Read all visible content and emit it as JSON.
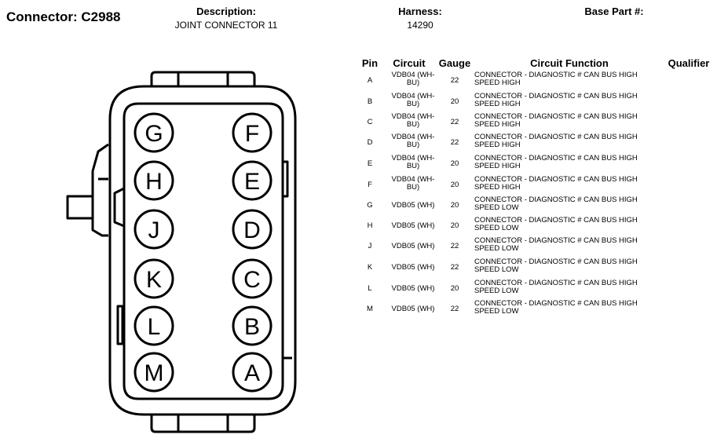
{
  "header": {
    "title": "Connector: C2988",
    "description_label": "Description:",
    "description_value": "JOINT CONNECTOR 11",
    "harness_label": "Harness:",
    "harness_value": "14290",
    "base_part_label": "Base Part #:",
    "base_part_value": ""
  },
  "table": {
    "columns": [
      "Pin",
      "Circuit",
      "Gauge",
      "Circuit Function",
      "Qualifier"
    ],
    "rows": [
      {
        "pin": "A",
        "circuit": [
          "VDB04 (WH-",
          "BU)"
        ],
        "gauge": "22",
        "function": [
          "CONNECTOR - DIAGNOSTIC # CAN BUS HIGH",
          "SPEED HIGH"
        ]
      },
      {
        "pin": "B",
        "circuit": [
          "VDB04 (WH-",
          "BU)"
        ],
        "gauge": "20",
        "function": [
          "CONNECTOR - DIAGNOSTIC # CAN BUS HIGH",
          "SPEED HIGH"
        ]
      },
      {
        "pin": "C",
        "circuit": [
          "VDB04 (WH-",
          "BU)"
        ],
        "gauge": "22",
        "function": [
          "CONNECTOR - DIAGNOSTIC # CAN BUS HIGH",
          "SPEED HIGH"
        ]
      },
      {
        "pin": "D",
        "circuit": [
          "VDB04 (WH-",
          "BU)"
        ],
        "gauge": "22",
        "function": [
          "CONNECTOR - DIAGNOSTIC # CAN BUS HIGH",
          "SPEED HIGH"
        ]
      },
      {
        "pin": "E",
        "circuit": [
          "VDB04 (WH-",
          "BU)"
        ],
        "gauge": "20",
        "function": [
          "CONNECTOR - DIAGNOSTIC # CAN BUS HIGH",
          "SPEED HIGH"
        ]
      },
      {
        "pin": "F",
        "circuit": [
          "VDB04 (WH-",
          "BU)"
        ],
        "gauge": "20",
        "function": [
          "CONNECTOR - DIAGNOSTIC # CAN BUS HIGH",
          "SPEED HIGH"
        ]
      },
      {
        "pin": "G",
        "circuit": [
          "VDB05 (WH)"
        ],
        "gauge": "20",
        "function": [
          "CONNECTOR - DIAGNOSTIC # CAN BUS HIGH",
          "SPEED LOW"
        ]
      },
      {
        "pin": "H",
        "circuit": [
          "VDB05 (WH)"
        ],
        "gauge": "20",
        "function": [
          "CONNECTOR - DIAGNOSTIC # CAN BUS HIGH",
          "SPEED LOW"
        ]
      },
      {
        "pin": "J",
        "circuit": [
          "VDB05 (WH)"
        ],
        "gauge": "22",
        "function": [
          "CONNECTOR - DIAGNOSTIC # CAN BUS HIGH",
          "SPEED LOW"
        ]
      },
      {
        "pin": "K",
        "circuit": [
          "VDB05 (WH)"
        ],
        "gauge": "22",
        "function": [
          "CONNECTOR - DIAGNOSTIC # CAN BUS HIGH",
          "SPEED LOW"
        ]
      },
      {
        "pin": "L",
        "circuit": [
          "VDB05 (WH)"
        ],
        "gauge": "20",
        "function": [
          "CONNECTOR - DIAGNOSTIC # CAN BUS HIGH",
          "SPEED LOW"
        ]
      },
      {
        "pin": "M",
        "circuit": [
          "VDB05 (WH)"
        ],
        "gauge": "22",
        "function": [
          "CONNECTOR - DIAGNOSTIC # CAN BUS HIGH",
          "SPEED LOW"
        ]
      }
    ]
  },
  "connector": {
    "left_column": [
      "G",
      "H",
      "J",
      "K",
      "L",
      "M"
    ],
    "right_column": [
      "F",
      "E",
      "D",
      "C",
      "B",
      "A"
    ]
  }
}
